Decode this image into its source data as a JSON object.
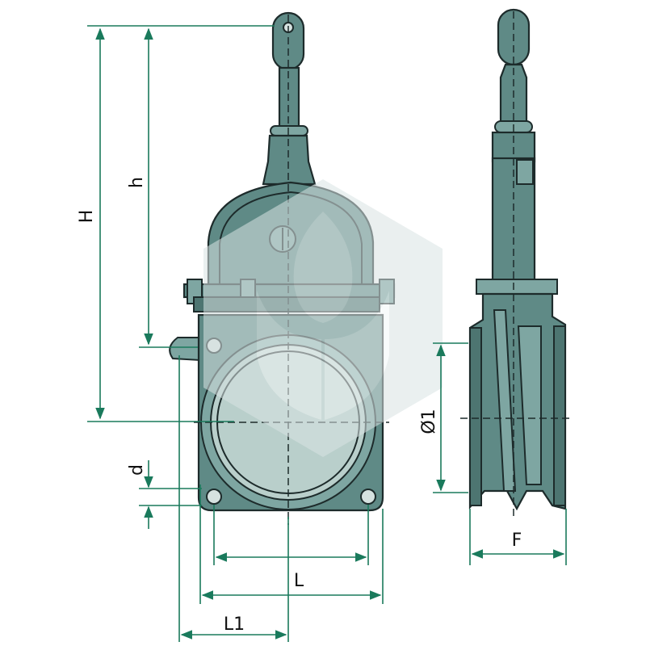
{
  "dimensions": {
    "H": "H",
    "h": "h",
    "d": "d",
    "L": "L",
    "L1": "L1",
    "diameter": "Ø1",
    "F": "F"
  },
  "colors": {
    "valve_body": "#5f8a86",
    "valve_light": "#7ea6a2",
    "dimension_lines": "#1a7a5c",
    "watermark": "#9fb3b3"
  },
  "icons": {
    "watermark": "leaf-hexagon-watermark"
  }
}
